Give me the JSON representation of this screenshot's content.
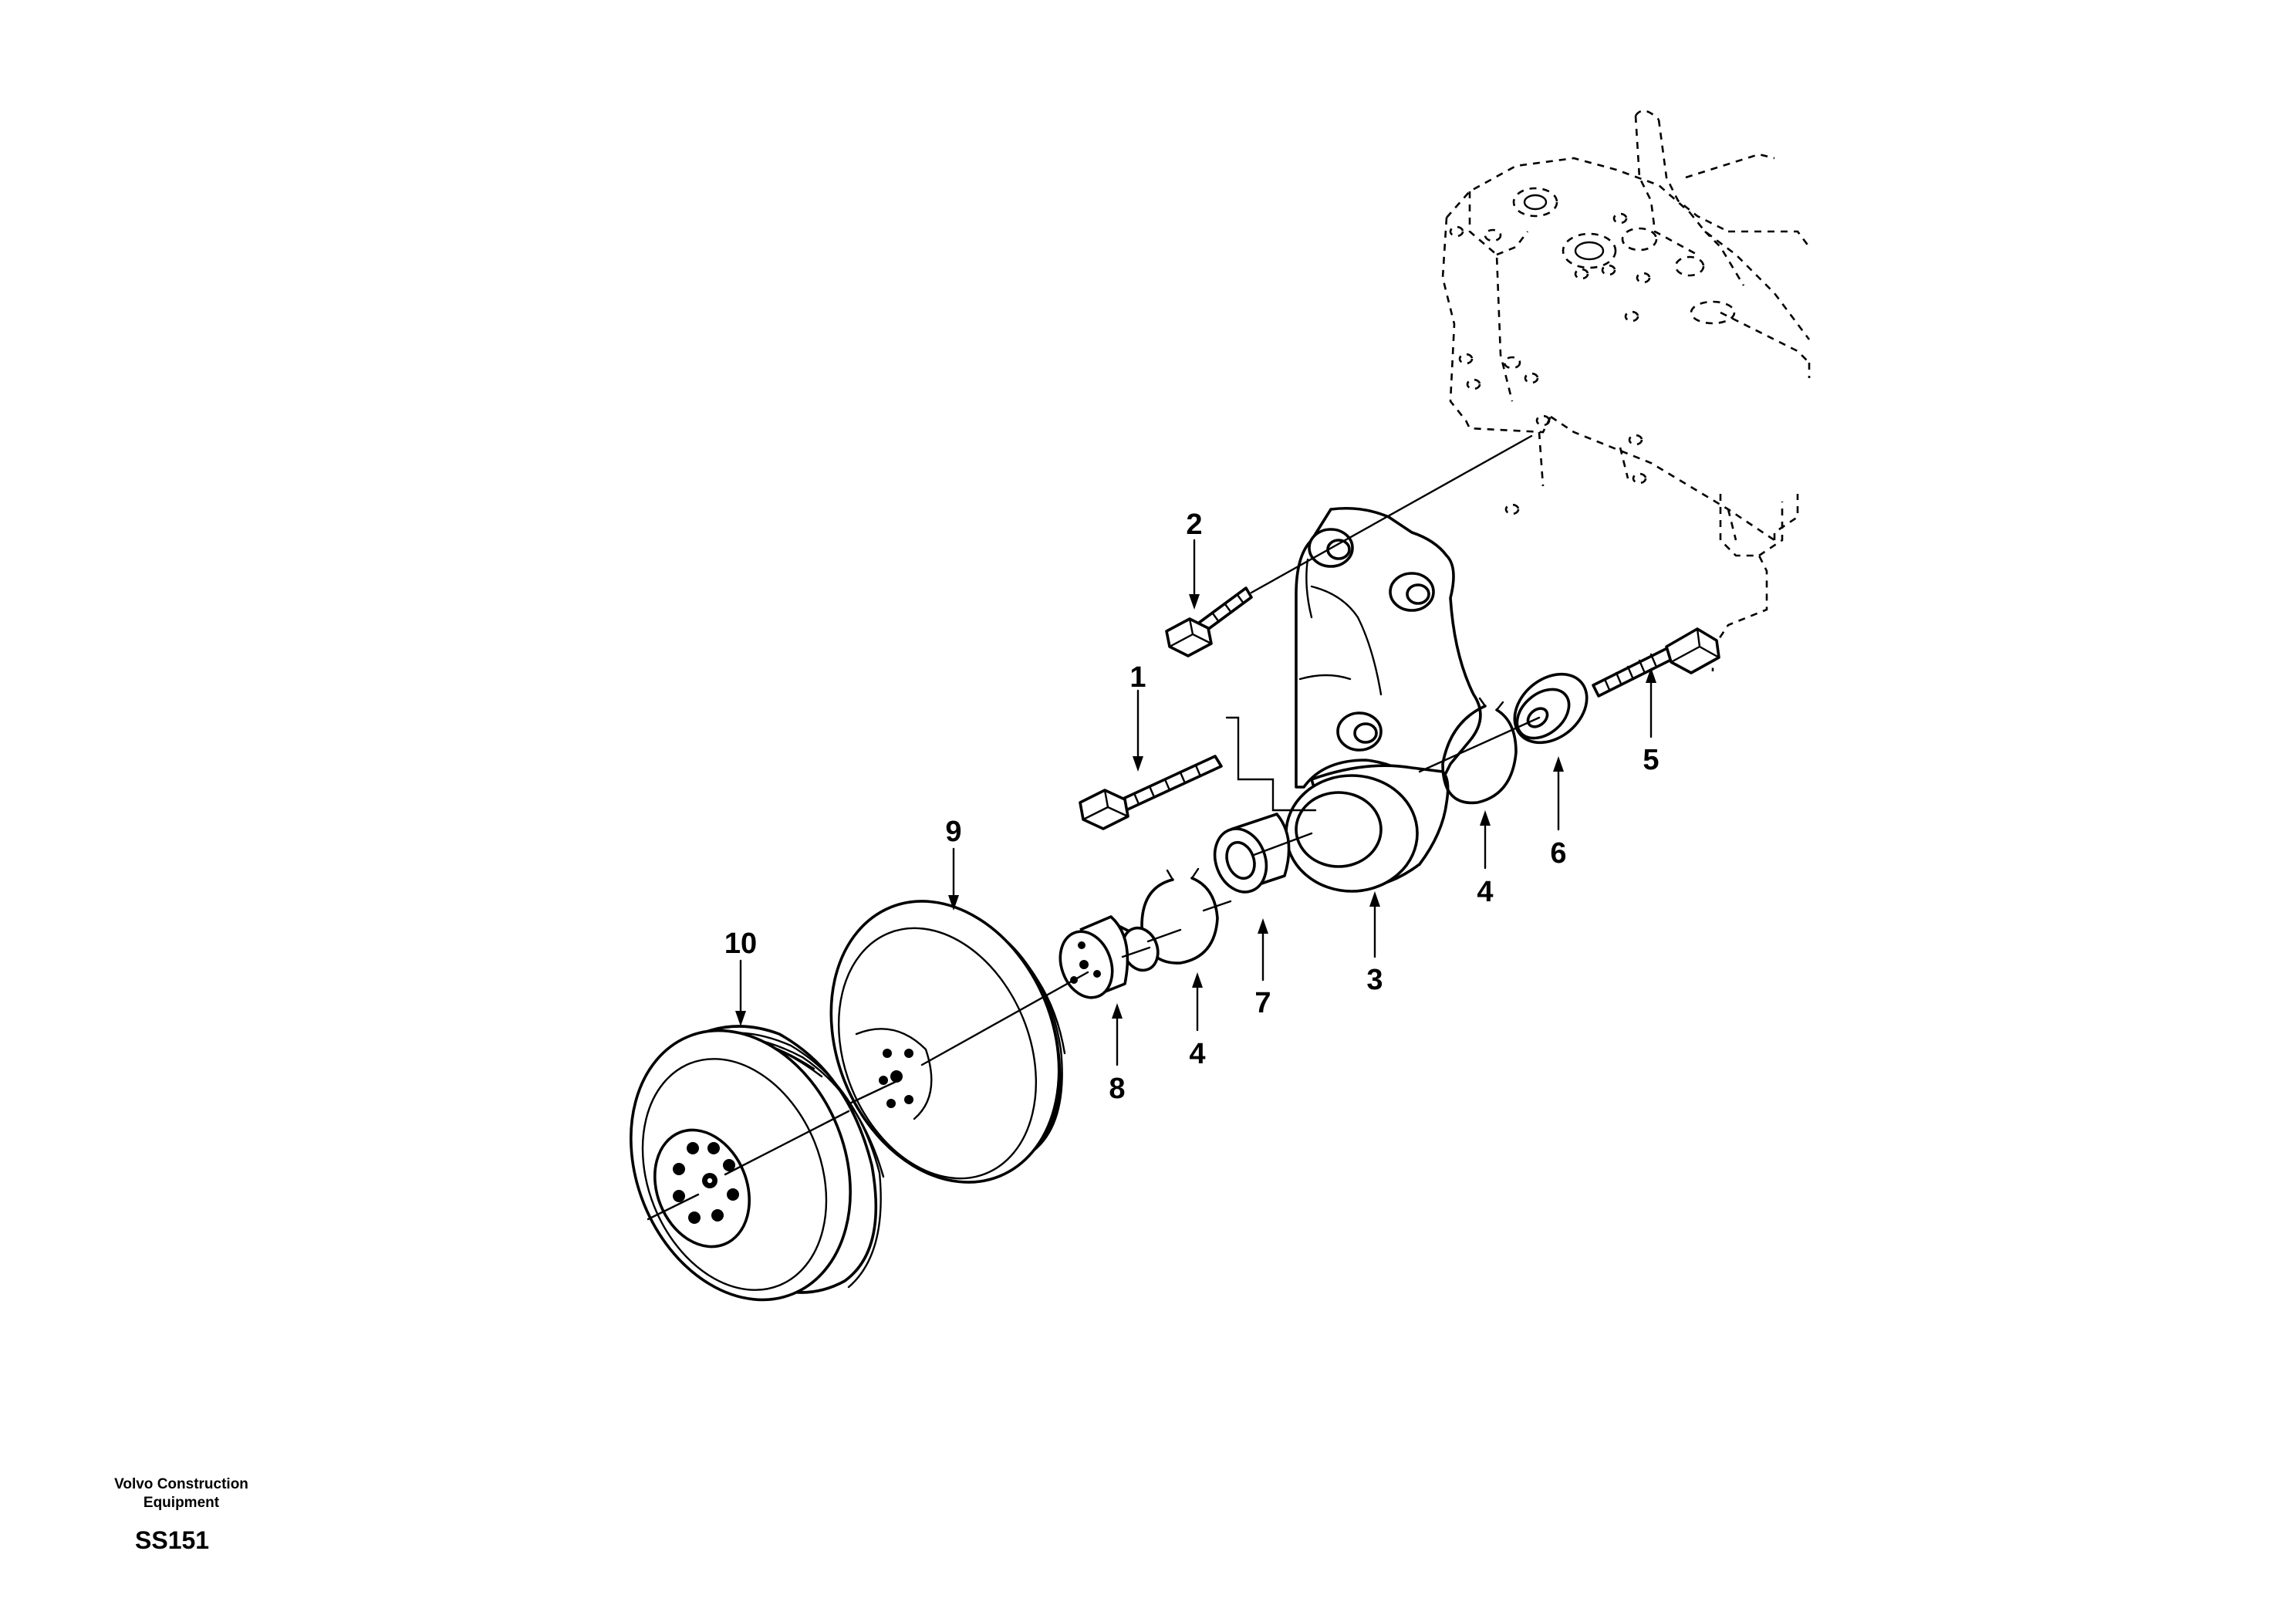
{
  "callouts": [
    {
      "id": "callout-1",
      "label": "1"
    },
    {
      "id": "callout-2",
      "label": "2"
    },
    {
      "id": "callout-3",
      "label": "3"
    },
    {
      "id": "callout-4a",
      "label": "4"
    },
    {
      "id": "callout-4b",
      "label": "4"
    },
    {
      "id": "callout-5",
      "label": "5"
    },
    {
      "id": "callout-6",
      "label": "6"
    },
    {
      "id": "callout-7",
      "label": "7"
    },
    {
      "id": "callout-8",
      "label": "8"
    },
    {
      "id": "callout-9",
      "label": "9"
    },
    {
      "id": "callout-10",
      "label": "10"
    }
  ],
  "footer": {
    "brand_line1": "Volvo Construction",
    "brand_line2": "Equipment",
    "diagram_code": "SS151"
  }
}
